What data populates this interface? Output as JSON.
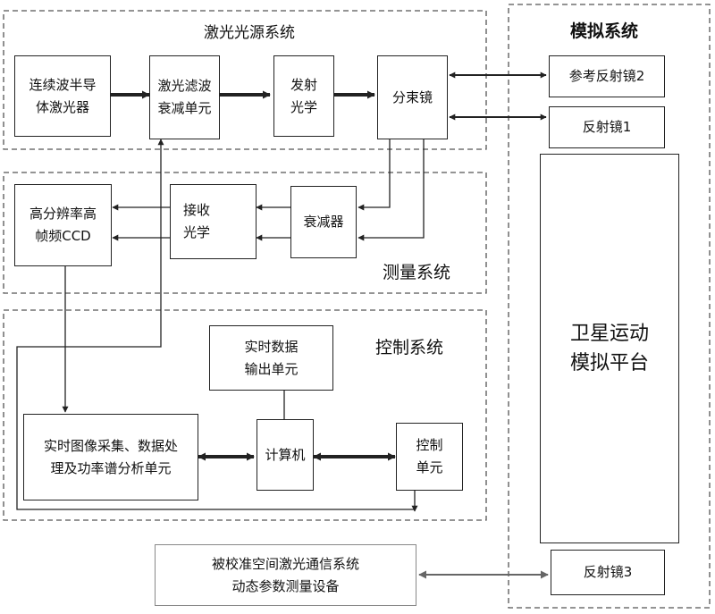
{
  "groups": {
    "laser_source": "激光光源系统",
    "simulation": "模拟系统",
    "measurement": "测量系统",
    "control": "控制系统"
  },
  "boxes": {
    "cw_laser": "连续波半导\n体激光器",
    "filter_attenuator": "激光滤波\n衰减单元",
    "tx_optics": "发射\n光学",
    "beam_splitter": "分束镜",
    "ref_mirror_2": "参考反射镜2",
    "mirror_1": "反射镜1",
    "ccd": "高分辨率高\n帧频CCD",
    "rx_optics": "接收\n光学",
    "attenuator": "衰减器",
    "realtime_output": "实时数据\n输出单元",
    "processing_unit": "实时图像采集、数据处\n理及功率谱分析单元",
    "computer": "计算机",
    "control_unit": "控制\n单元",
    "satellite_platform": "卫星运动\n模拟平台",
    "device_under_test": "被校准空间激光通信系统\n动态参数测量设备",
    "mirror_3": "反射镜3"
  },
  "colors": {
    "line": "#222222",
    "dash": "#555555",
    "gray_line": "#666666"
  }
}
